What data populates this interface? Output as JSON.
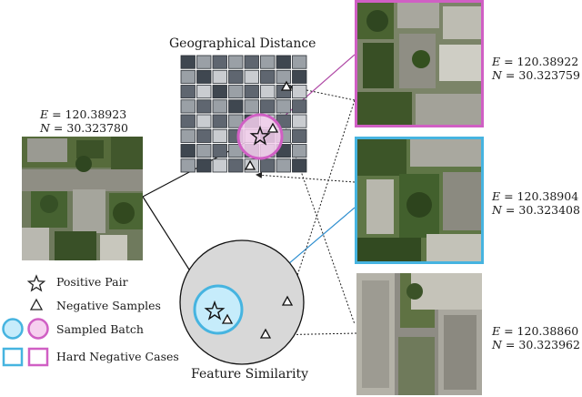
{
  "query": {
    "e_label": "E",
    "e_value": "= 120.38923",
    "n_label": "N",
    "n_value": "= 30.323780"
  },
  "geo_title": "Geographical Distance",
  "feature_title": "Feature Similarity",
  "references": [
    {
      "e_label": "E",
      "e_value": "= 120.38922",
      "n_label": "N",
      "n_value": "= 30.323759",
      "frame_color": "#d05fc4"
    },
    {
      "e_label": "E",
      "e_value": "= 120.38904",
      "n_label": "N",
      "n_value": "= 30.323408",
      "frame_color": "#46b4e0"
    },
    {
      "e_label": "E",
      "e_value": "= 120.38860",
      "n_label": "N",
      "n_value": "= 30.323962",
      "frame_color": ""
    }
  ],
  "legend": {
    "positive_pair": "Positive Pair",
    "negative_samples": "Negative Samples",
    "sampled_batch": "Sampled Batch",
    "hard_negative": "Hard Negative Cases"
  },
  "colors": {
    "pink": "#d05fc4",
    "pink_fill": "#f6d0ef",
    "blue": "#46b4e0",
    "blue_fill": "#c6ecfb",
    "gray_fill": "#d8d8d8"
  },
  "icons": {
    "star": "star-icon",
    "triangle": "triangle-icon"
  }
}
